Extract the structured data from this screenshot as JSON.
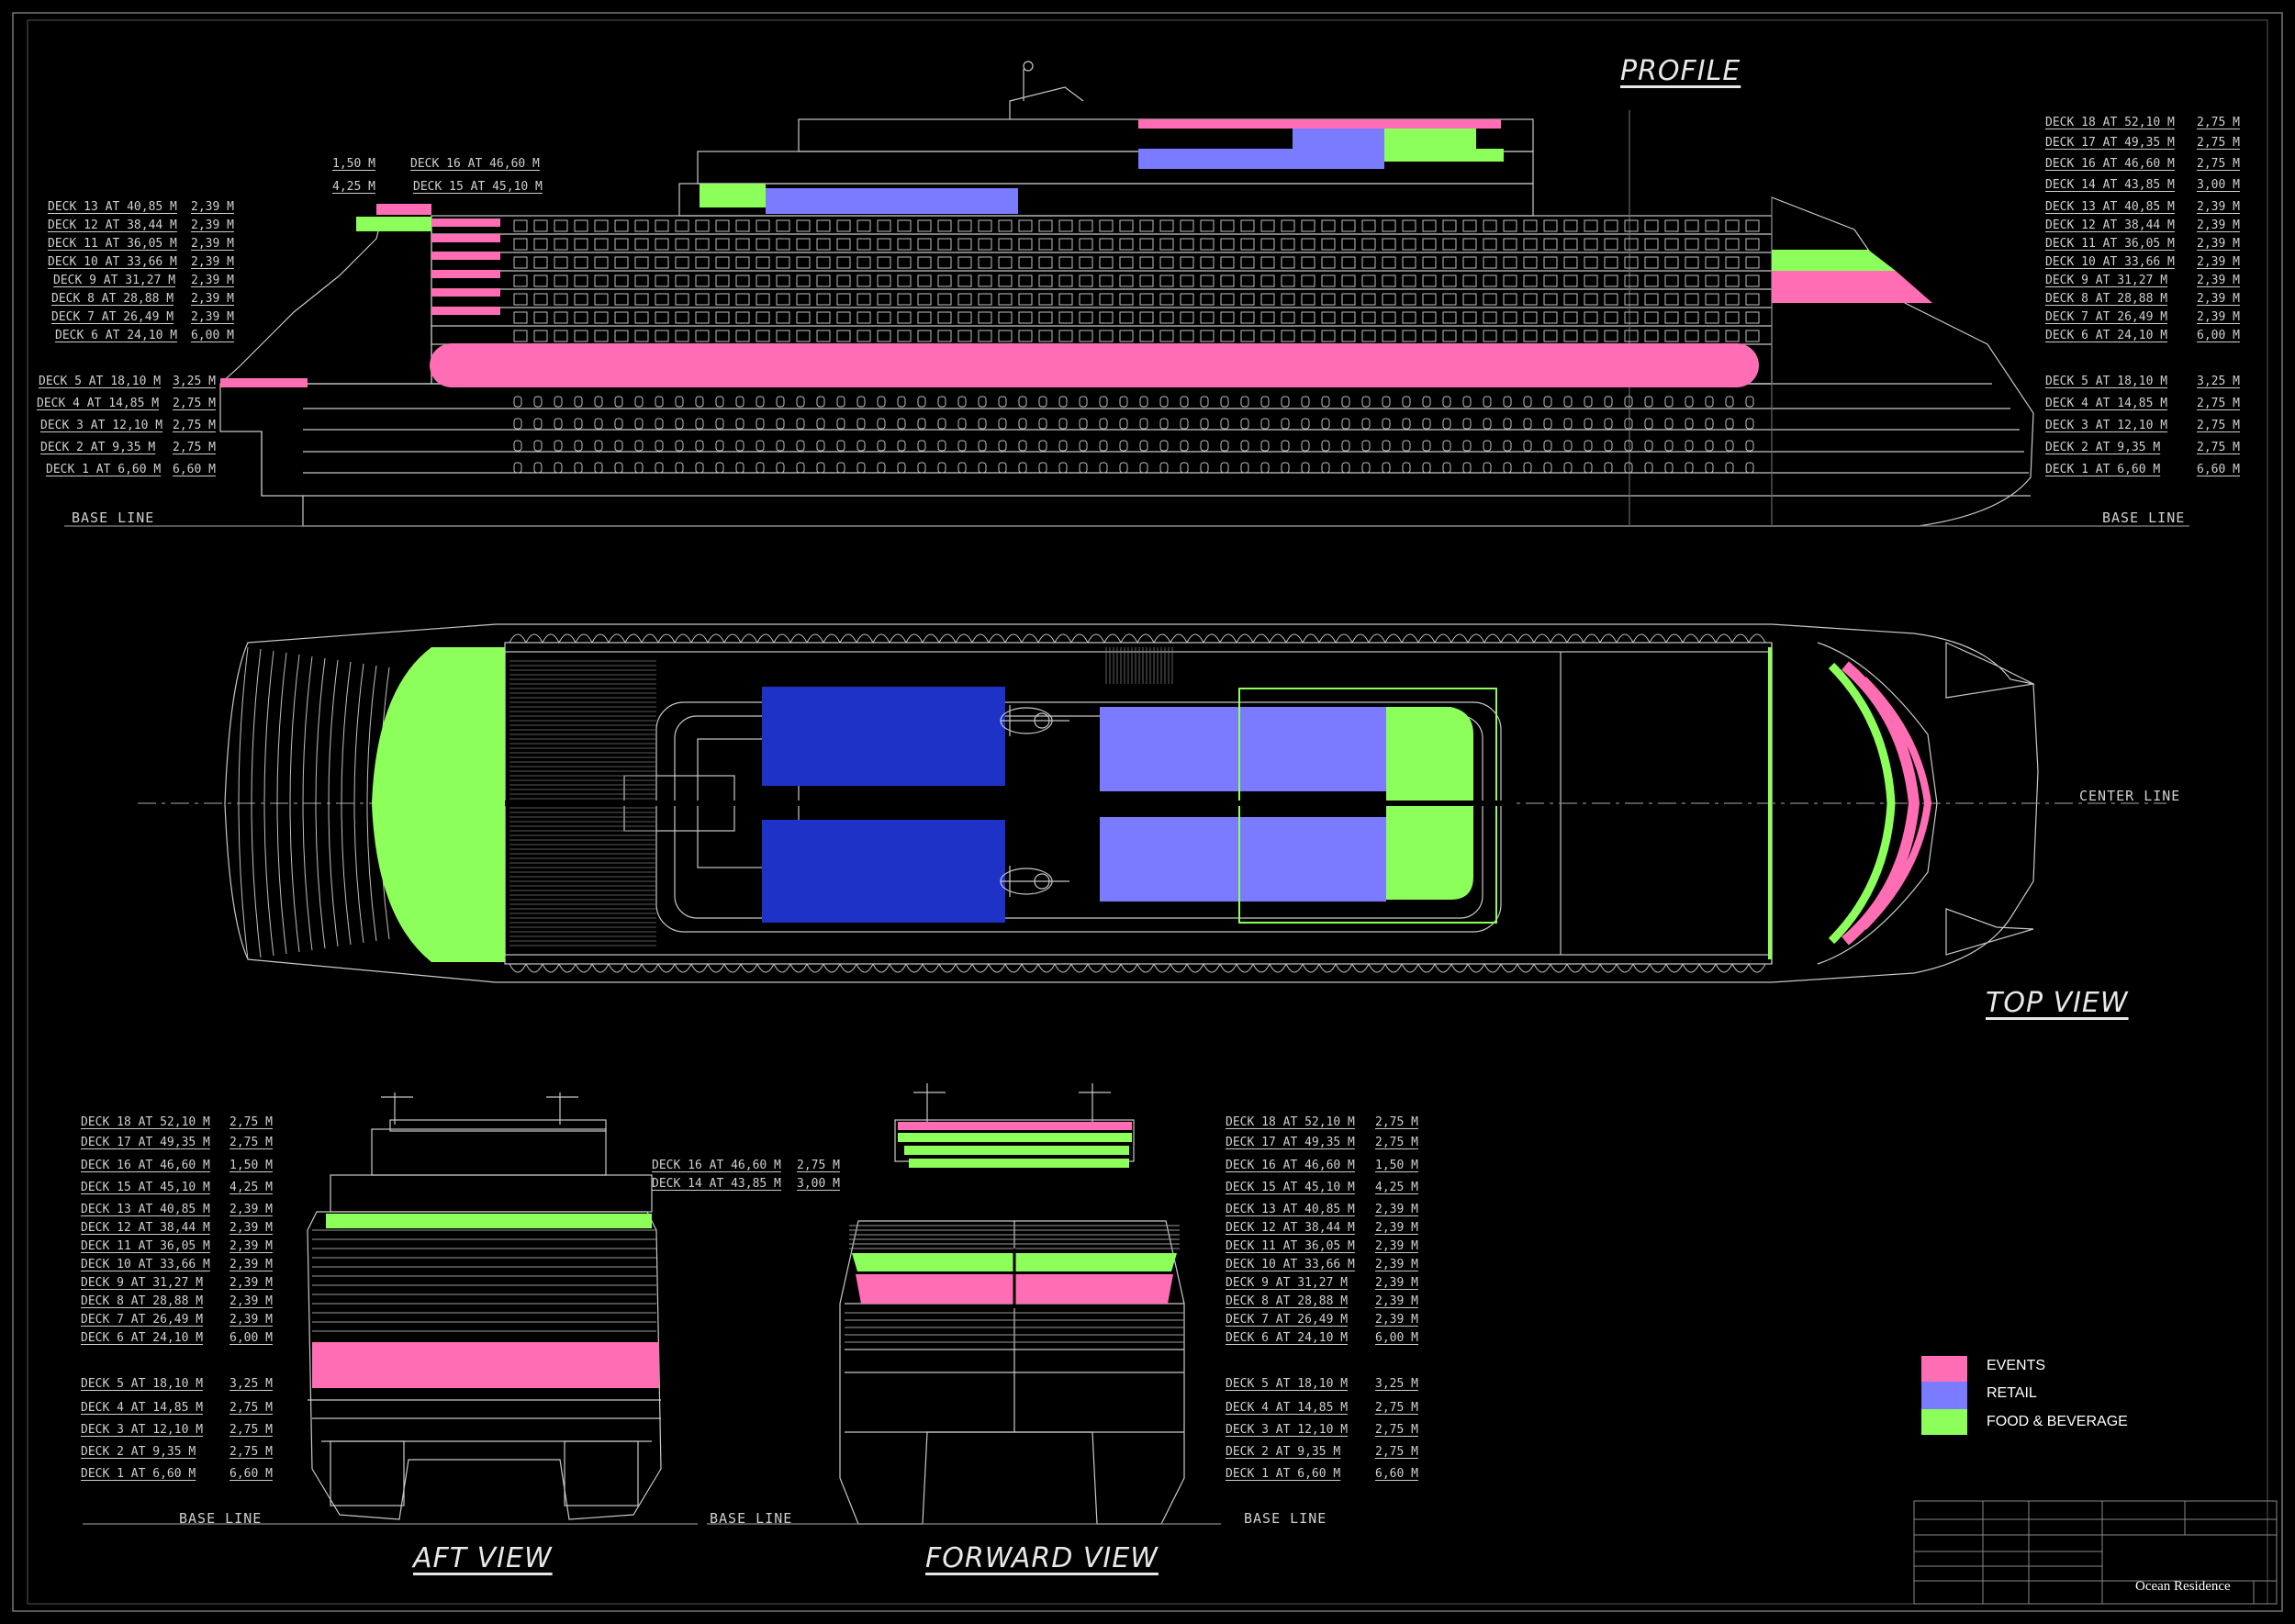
{
  "colors": {
    "events": "#ff6eb4",
    "retail": "#7b7bff",
    "retail_dark": "#1e32c8",
    "food_beverage": "#8cff5a",
    "line": "#c8c8c8",
    "background": "#000000"
  },
  "titles": {
    "profile": "PROFILE",
    "top_view": "TOP VIEW",
    "aft_view": "AFT VIEW",
    "forward_view": "FORWARD VIEW"
  },
  "labels": {
    "base_line": "BASE LINE",
    "center_line": "CENTER LINE"
  },
  "profile": {
    "top_left_heights": [
      "1,50 M",
      "4,25 M"
    ],
    "top_left_decks": [
      "DECK 16 AT 46,60 M",
      "DECK 15 AT 45,10 M"
    ],
    "left_decks": [
      {
        "deck": "DECK 13 AT 40,85 M",
        "height": "2,39 M"
      },
      {
        "deck": "DECK 12 AT 38,44 M",
        "height": "2,39 M"
      },
      {
        "deck": "DECK 11 AT 36,05 M",
        "height": "2,39 M"
      },
      {
        "deck": "DECK 10 AT 33,66 M",
        "height": "2,39 M"
      },
      {
        "deck": "DECK 9 AT 31,27 M",
        "height": "2,39 M"
      },
      {
        "deck": "DECK 8 AT 28,88 M",
        "height": "2,39 M"
      },
      {
        "deck": "DECK 7 AT 26,49 M",
        "height": "2,39 M"
      },
      {
        "deck": "DECK 6 AT 24,10 M",
        "height": "6,00 M"
      },
      {
        "deck": "DECK 5 AT 18,10 M",
        "height": "3,25 M"
      },
      {
        "deck": "DECK 4 AT 14,85 M",
        "height": "2,75 M"
      },
      {
        "deck": "DECK 3 AT 12,10 M",
        "height": "2,75 M"
      },
      {
        "deck": "DECK 2 AT 9,35 M",
        "height": "2,75 M"
      },
      {
        "deck": "DECK 1 AT 6,60 M",
        "height": "6,60 M"
      }
    ],
    "right_decks": [
      {
        "deck": "DECK 18 AT 52,10 M",
        "height": "2,75 M"
      },
      {
        "deck": "DECK 17 AT 49,35 M",
        "height": "2,75 M"
      },
      {
        "deck": "DECK 16 AT 46,60 M",
        "height": "2,75 M"
      },
      {
        "deck": "DECK 14 AT 43,85 M",
        "height": "3,00 M"
      },
      {
        "deck": "DECK 13 AT 40,85 M",
        "height": "2,39 M"
      },
      {
        "deck": "DECK 12 AT 38,44 M",
        "height": "2,39 M"
      },
      {
        "deck": "DECK 11 AT 36,05 M",
        "height": "2,39 M"
      },
      {
        "deck": "DECK 10 AT 33,66 M",
        "height": "2,39 M"
      },
      {
        "deck": "DECK 9 AT 31,27 M",
        "height": "2,39 M"
      },
      {
        "deck": "DECK 8 AT 28,88 M",
        "height": "2,39 M"
      },
      {
        "deck": "DECK 7 AT 26,49 M",
        "height": "2,39 M"
      },
      {
        "deck": "DECK 6 AT 24,10 M",
        "height": "6,00 M"
      },
      {
        "deck": "DECK 5 AT 18,10 M",
        "height": "3,25 M"
      },
      {
        "deck": "DECK 4 AT 14,85 M",
        "height": "2,75 M"
      },
      {
        "deck": "DECK 3 AT 12,10 M",
        "height": "2,75 M"
      },
      {
        "deck": "DECK 2 AT 9,35 M",
        "height": "2,75 M"
      },
      {
        "deck": "DECK 1 AT 6,60 M",
        "height": "6,60 M"
      }
    ]
  },
  "aft_view": {
    "decks": [
      {
        "deck": "DECK 18 AT 52,10 M",
        "height": "2,75 M"
      },
      {
        "deck": "DECK 17 AT 49,35 M",
        "height": "2,75 M"
      },
      {
        "deck": "DECK 16 AT 46,60 M",
        "height": "1,50 M"
      },
      {
        "deck": "DECK 15 AT 45,10 M",
        "height": "4,25 M"
      },
      {
        "deck": "DECK 13 AT 40,85 M",
        "height": "2,39 M"
      },
      {
        "deck": "DECK 12 AT 38,44 M",
        "height": "2,39 M"
      },
      {
        "deck": "DECK 11 AT 36,05 M",
        "height": "2,39 M"
      },
      {
        "deck": "DECK 10 AT 33,66 M",
        "height": "2,39 M"
      },
      {
        "deck": "DECK 9 AT 31,27 M",
        "height": "2,39 M"
      },
      {
        "deck": "DECK 8 AT 28,88 M",
        "height": "2,39 M"
      },
      {
        "deck": "DECK 7 AT 26,49 M",
        "height": "2,39 M"
      },
      {
        "deck": "DECK 6 AT 24,10 M",
        "height": "6,00 M"
      },
      {
        "deck": "DECK 5 AT 18,10 M",
        "height": "3,25 M"
      },
      {
        "deck": "DECK 4 AT 14,85 M",
        "height": "2,75 M"
      },
      {
        "deck": "DECK 3 AT 12,10 M",
        "height": "2,75 M"
      },
      {
        "deck": "DECK 2 AT 9,35 M",
        "height": "2,75 M"
      },
      {
        "deck": "DECK 1 AT 6,60 M",
        "height": "6,60 M"
      }
    ],
    "middle_decks": [
      {
        "deck": "DECK 16 AT 46,60 M",
        "height": "2,75 M"
      },
      {
        "deck": "DECK 14 AT 43,85 M",
        "height": "3,00 M"
      }
    ]
  },
  "forward_view": {
    "decks": [
      {
        "deck": "DECK 18 AT 52,10 M",
        "height": "2,75 M"
      },
      {
        "deck": "DECK 17 AT 49,35 M",
        "height": "2,75 M"
      },
      {
        "deck": "DECK 16 AT 46,60 M",
        "height": "1,50 M"
      },
      {
        "deck": "DECK 15 AT 45,10 M",
        "height": "4,25 M"
      },
      {
        "deck": "DECK 13 AT 40,85 M",
        "height": "2,39 M"
      },
      {
        "deck": "DECK 12 AT 38,44 M",
        "height": "2,39 M"
      },
      {
        "deck": "DECK 11 AT 36,05 M",
        "height": "2,39 M"
      },
      {
        "deck": "DECK 10 AT 33,66 M",
        "height": "2,39 M"
      },
      {
        "deck": "DECK 9 AT 31,27 M",
        "height": "2,39 M"
      },
      {
        "deck": "DECK 8 AT 28,88 M",
        "height": "2,39 M"
      },
      {
        "deck": "DECK 7 AT 26,49 M",
        "height": "2,39 M"
      },
      {
        "deck": "DECK 6 AT 24,10 M",
        "height": "6,00 M"
      },
      {
        "deck": "DECK 5 AT 18,10 M",
        "height": "3,25 M"
      },
      {
        "deck": "DECK 4 AT 14,85 M",
        "height": "2,75 M"
      },
      {
        "deck": "DECK 3 AT 12,10 M",
        "height": "2,75 M"
      },
      {
        "deck": "DECK 2 AT 9,35 M",
        "height": "2,75 M"
      },
      {
        "deck": "DECK 1 AT 6,60 M",
        "height": "6,60 M"
      }
    ]
  },
  "legend": [
    {
      "label": "EVENTS",
      "color": "#ff6eb4"
    },
    {
      "label": "RETAIL",
      "color": "#7b7bff"
    },
    {
      "label": "FOOD & BEVERAGE",
      "color": "#8cff5a"
    }
  ],
  "title_block": {
    "project_name": "Ocean Residence"
  }
}
